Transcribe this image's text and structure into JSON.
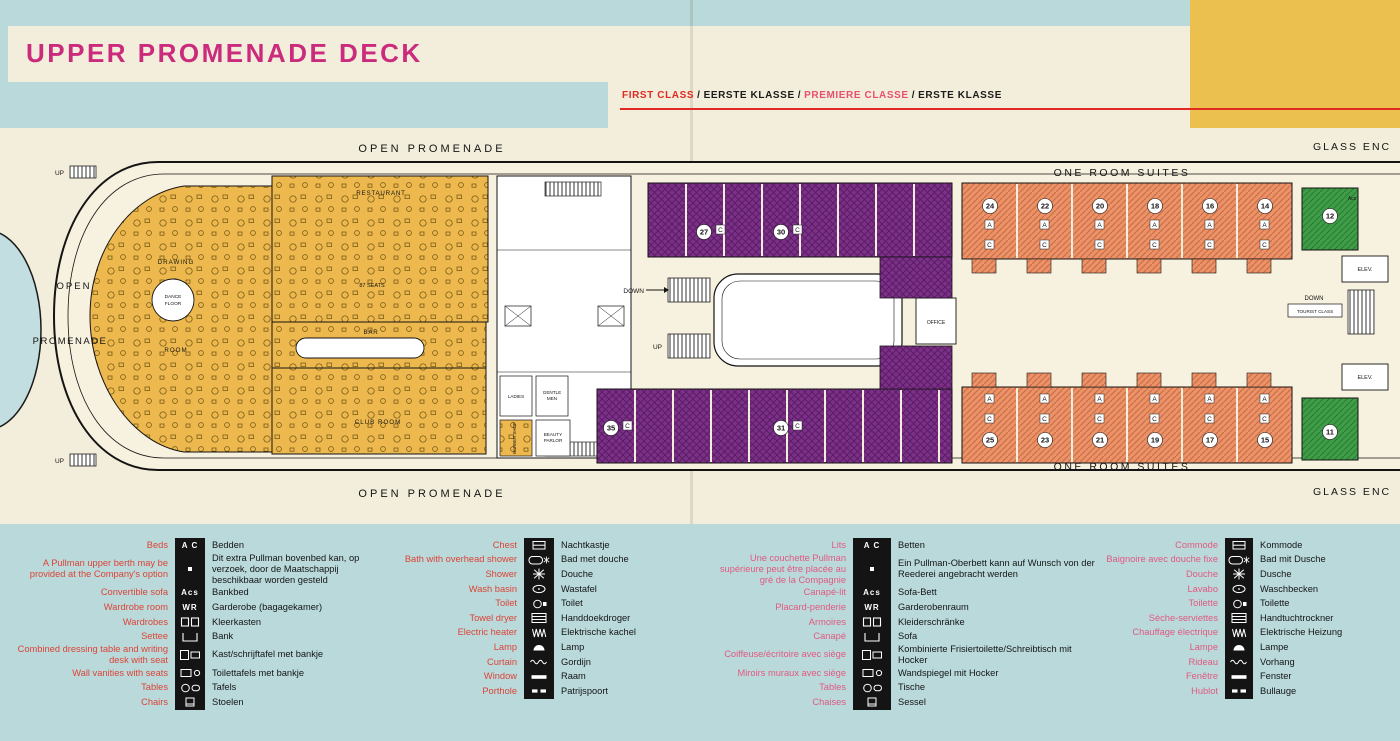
{
  "header": {
    "title": "UPPER PROMENADE DECK",
    "sep": "/",
    "class_line": [
      {
        "text": "FIRST CLASS"
      },
      {
        "text": "EERSTE KLASSE"
      },
      {
        "text": "PREMIERE CLASSE"
      },
      {
        "text": "ERSTE KLASSE"
      }
    ]
  },
  "colors": {
    "title_magenta": "#cb2b7d",
    "rule_red": "#e02a22",
    "page_blue": "#b9d9db",
    "cream": "#f3eedb",
    "corner_yellow": "#ecc04f",
    "public_rooms_yellow": "#edb84e",
    "cabins_purple": "#7e2f8a",
    "suites_salmon": "#eb9268",
    "cabins_green": "#3f9d48",
    "legend_english_red": "#dc4436",
    "legend_french_pink": "#e25a80"
  },
  "plan": {
    "labels": {
      "open_promenade_top": "OPEN PROMENADE",
      "open_promenade_bottom": "OPEN PROMENADE",
      "open": "OPEN",
      "promenade": "PROMENADE",
      "one_room_suites_top": "ONE ROOM SUITES",
      "one_room_suites_bottom": "ONE ROOM SUITES",
      "glass_enclosed_top": "GLASS ENC",
      "glass_enclosed_bottom": "GLASS ENC",
      "drawing": "DRAWING",
      "room": "ROOM",
      "dance": "DANCE",
      "floor": "FLOOR",
      "restaurant": "RESTAURANT",
      "restaurant_seats": "87 SEATS",
      "bar": "BAR",
      "club_room": "CLUB ROOM",
      "office": "OFFICE",
      "down_center": "DOWN",
      "up_center": "UP",
      "up_fwd_top": "UP",
      "up_fwd_bottom": "UP",
      "ladies": "LADIES",
      "gentlemen_1": "GENTLE",
      "gentlemen_2": "MEN",
      "beauty_1": "BEAUTY",
      "beauty_2": "PARLOR",
      "barber": "BARBER SHOP",
      "down_aft": "DOWN",
      "tourist_class": "TOURIST CLASS",
      "elev_top": "ELEV.",
      "elev_bottom": "ELEV.",
      "acs": "Acs"
    },
    "cabins": {
      "purple_top": [
        "27",
        "30"
      ],
      "purple_bottom": [
        "35",
        "31"
      ],
      "suites_top": [
        "24",
        "22",
        "20",
        "18",
        "16",
        "14"
      ],
      "suites_bottom": [
        "25",
        "23",
        "21",
        "19",
        "17",
        "15"
      ],
      "green_top": "12",
      "green_bottom": "11"
    },
    "marks": {
      "a": "A",
      "c": "C"
    }
  },
  "legend": {
    "col1": [
      {
        "l": "Beds",
        "r": "Bedden",
        "letters": "A C"
      },
      {
        "l": "A Pullman upper berth may be provided at the Company's option",
        "r": "Dit extra Pullman bovenbed kan, op verzoek, door de Maatschappij beschikbaar worden gesteld",
        "icon": "dot",
        "tall": true
      },
      {
        "l": "Convertible sofa",
        "r": "Bankbed",
        "letters": "Acs"
      },
      {
        "l": "Wardrobe room",
        "r": "Garderobe (bagagekamer)",
        "letters": "WR"
      },
      {
        "l": "Wardrobes",
        "r": "Kleerkasten",
        "icon": "wardrobes"
      },
      {
        "l": "Settee",
        "r": "Bank",
        "icon": "settee"
      },
      {
        "l": "Combined dressing table and writing desk with seat",
        "r": "Kast/schrijftafel met bankje",
        "icon": "desk"
      },
      {
        "l": "Wall vanities with seats",
        "r": "Toilettafels met bankje",
        "icon": "vanity"
      },
      {
        "l": "Tables",
        "r": "Tafels",
        "icon": "tables"
      },
      {
        "l": "Chairs",
        "r": "Stoelen",
        "icon": "chair"
      }
    ],
    "col2": [
      {
        "l": "Chest",
        "r": "Nachtkastje",
        "icon": "chest"
      },
      {
        "l": "Bath with overhead shower",
        "r": "Bad met douche",
        "icon": "bath"
      },
      {
        "l": "Shower",
        "r": "Douche",
        "icon": "star"
      },
      {
        "l": "Wash basin",
        "r": "Wastafel",
        "icon": "basin"
      },
      {
        "l": "Toilet",
        "r": "Toilet",
        "icon": "toilet"
      },
      {
        "l": "Towel dryer",
        "r": "Handdoekdroger",
        "icon": "dryer"
      },
      {
        "l": "Electric heater",
        "r": "Elektrische kachel",
        "icon": "heater"
      },
      {
        "l": "Lamp",
        "r": "Lamp",
        "icon": "lamp"
      },
      {
        "l": "Curtain",
        "r": "Gordijn",
        "icon": "curtain"
      },
      {
        "l": "Window",
        "r": "Raam",
        "icon": "window"
      },
      {
        "l": "Porthole",
        "r": "Patrijspoort",
        "icon": "porthole"
      }
    ],
    "col3": [
      {
        "l": "Lits",
        "r": "Betten",
        "letters": "A C"
      },
      {
        "l": "Une couchette Pullman supérieure peut être placée au gré de la Compagnie",
        "r": "Ein Pullman-Oberbett kann auf Wunsch von der Reederei angebracht werden",
        "icon": "dot",
        "tall": true
      },
      {
        "l": "Canapé-lit",
        "r": "Sofa-Bett",
        "letters": "Acs"
      },
      {
        "l": "Placard-penderie",
        "r": "Garderobenraum",
        "letters": "WR"
      },
      {
        "l": "Armoires",
        "r": "Kleiderschränke",
        "icon": "wardrobes"
      },
      {
        "l": "Canapé",
        "r": "Sofa",
        "icon": "settee"
      },
      {
        "l": "Coiffeuse/écritoire avec siège",
        "r": "Kombinierte Frisiertoilette/Schreibtisch mit Hocker",
        "icon": "desk"
      },
      {
        "l": "Miroirs muraux avec siège",
        "r": "Wandspiegel mit Hocker",
        "icon": "vanity"
      },
      {
        "l": "Tables",
        "r": "Tische",
        "icon": "tables"
      },
      {
        "l": "Chaises",
        "r": "Sessel",
        "icon": "chair"
      }
    ],
    "col4": [
      {
        "l": "Commode",
        "r": "Kommode",
        "icon": "chest"
      },
      {
        "l": "Baignoire avec douche fixe",
        "r": "Bad mit Dusche",
        "icon": "bath"
      },
      {
        "l": "Douche",
        "r": "Dusche",
        "icon": "star"
      },
      {
        "l": "Lavabo",
        "r": "Waschbecken",
        "icon": "basin"
      },
      {
        "l": "Toilette",
        "r": "Toilette",
        "icon": "toilet"
      },
      {
        "l": "Sèche-serviettes",
        "r": "Handtuchtrockner",
        "icon": "dryer"
      },
      {
        "l": "Chauffage électrique",
        "r": "Elektrische Heizung",
        "icon": "heater"
      },
      {
        "l": "Lampe",
        "r": "Lampe",
        "icon": "lamp"
      },
      {
        "l": "Rideau",
        "r": "Vorhang",
        "icon": "curtain"
      },
      {
        "l": "Fenêtre",
        "r": "Fenster",
        "icon": "window"
      },
      {
        "l": "Hublot",
        "r": "Bullauge",
        "icon": "porthole"
      }
    ]
  }
}
